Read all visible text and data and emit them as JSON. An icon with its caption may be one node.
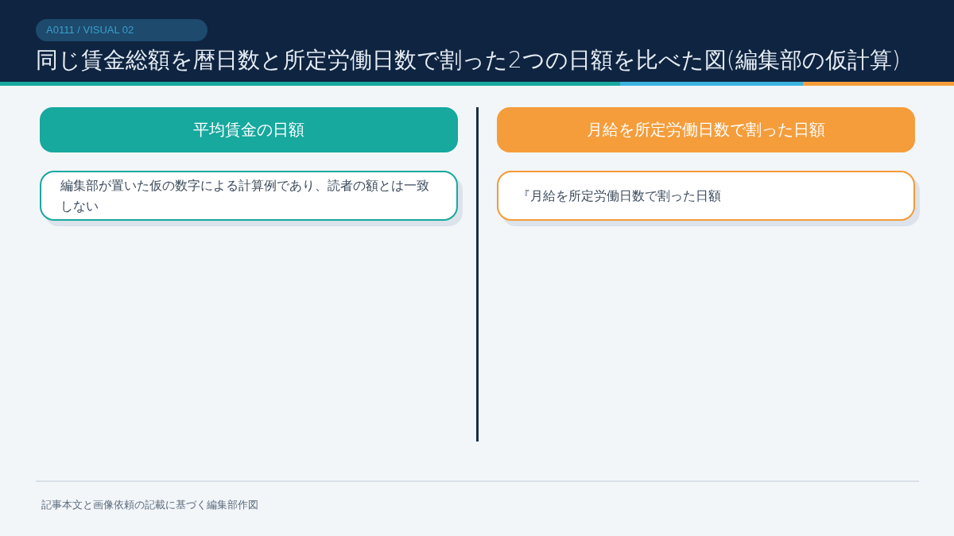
{
  "diagram": {
    "title": "同じ賃金総額を暦日数と所定労働日数で割った2つの日額を比べた図(編集部の仮計算)",
    "caption": "記事本文と画像依頼の記載に基づく編集部作図",
    "nodes": [
      {
        "text": [
          "A0111 / VISUAL 02"
        ]
      },
      {
        "text": [
          "平均賃金の日額"
        ]
      },
      {
        "text": [
          "編集部が置いた仮の数字による計算例であり、読者の額とは一致しない"
        ]
      },
      {
        "text": [
          "月給を所定労働日数で割った日額"
        ]
      },
      {
        "text": [
          "『月給を所定労働日数で割った日額"
        ]
      }
    ]
  }
}
